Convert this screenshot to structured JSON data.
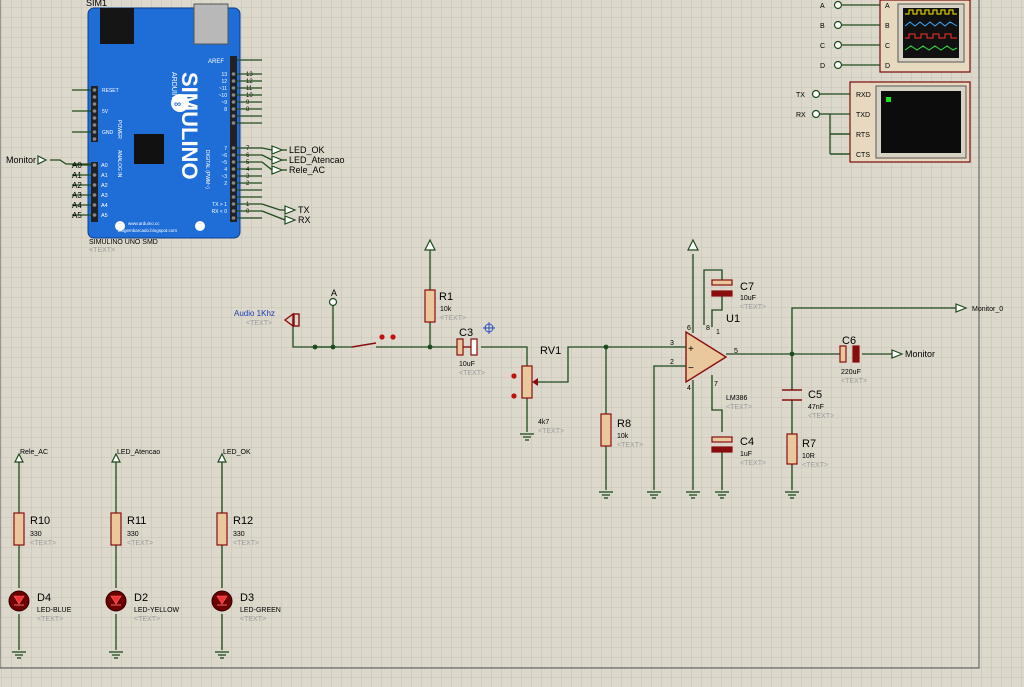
{
  "arduino": {
    "ref": "SIM1",
    "brand": "SIMULINO",
    "sub": "ARDUINO",
    "url": "blogembarcado.blogspot.com",
    "url2": "www.arduino.cc",
    "name": "SIMULINO UNO SMD",
    "text": "<TEXT>",
    "pin_aref": "AREF",
    "digital_pins": [
      "13",
      "12",
      "~11",
      "~10",
      "~9",
      "8",
      "7",
      "~6",
      "~5",
      "4",
      "~3",
      "2",
      "TX > 1",
      "RX < 0"
    ],
    "digital_nums": [
      "13",
      "12",
      "11",
      "10",
      "9",
      "8",
      "7",
      "6",
      "5",
      "4",
      "3",
      "2",
      "1",
      "0"
    ],
    "analog_pins": [
      "A0",
      "A1",
      "A2",
      "A3",
      "A4",
      "A5"
    ],
    "power_pins": [
      "RESET",
      "5V",
      "GND"
    ],
    "section_power": "POWER",
    "section_analog": "ANALOG IN",
    "section_digital": "DIGITAL (PWM~)",
    "analog_ext": [
      "A0",
      "A1",
      "A2",
      "A3",
      "A4",
      "A5"
    ]
  },
  "arduino_nets": {
    "monitor": "Monitor",
    "led_ok": "LED_OK",
    "led_atencao": "LED_Atencao",
    "rele_ac": "Rele_AC",
    "tx": "TX",
    "rx": "RX"
  },
  "scope": {
    "channels": [
      "A",
      "B",
      "C",
      "D"
    ]
  },
  "terminal": {
    "nets": [
      "TX",
      "RX"
    ],
    "pins": [
      "RXD",
      "TXD",
      "RTS",
      "CTS"
    ]
  },
  "input": {
    "label": "Audio 1Khz",
    "text": "<TEXT>",
    "probe": "A"
  },
  "components": {
    "r1": {
      "ref": "R1",
      "val": "10k",
      "text": "<TEXT>"
    },
    "c3": {
      "ref": "C3",
      "val": "10uF",
      "text": "<TEXT>"
    },
    "rv1": {
      "ref": "RV1",
      "val": "4k7",
      "text": "<TEXT>"
    },
    "r8": {
      "ref": "R8",
      "val": "10k",
      "text": "<TEXT>"
    },
    "c7": {
      "ref": "C7",
      "val": "10uF",
      "text": "<TEXT>"
    },
    "u1": {
      "ref": "U1",
      "val": "LM386",
      "text": "<TEXT>",
      "pins": [
        "3",
        "2",
        "5",
        "8",
        "1",
        "6",
        "4",
        "7"
      ]
    },
    "c4": {
      "ref": "C4",
      "val": "1uF",
      "text": "<TEXT>"
    },
    "c5": {
      "ref": "C5",
      "val": "47nF",
      "text": "<TEXT>"
    },
    "r7": {
      "ref": "R7",
      "val": "10R",
      "text": "<TEXT>"
    },
    "c6": {
      "ref": "C6",
      "val": "220uF",
      "text": "<TEXT>"
    },
    "monitor_out": "Monitor",
    "monitor_0": "Monitor_0"
  },
  "leds": [
    {
      "net": "Rele_AC",
      "r_ref": "R10",
      "r_val": "330",
      "d_ref": "D4",
      "d_val": "LED-BLUE",
      "text": "<TEXT>"
    },
    {
      "net": "LED_Atencao",
      "r_ref": "R11",
      "r_val": "330",
      "d_ref": "D2",
      "d_val": "LED-YELLOW",
      "text": "<TEXT>"
    },
    {
      "net": "LED_OK",
      "r_ref": "R12",
      "r_val": "330",
      "d_ref": "D3",
      "d_val": "LED-GREEN",
      "text": "<TEXT>"
    }
  ]
}
